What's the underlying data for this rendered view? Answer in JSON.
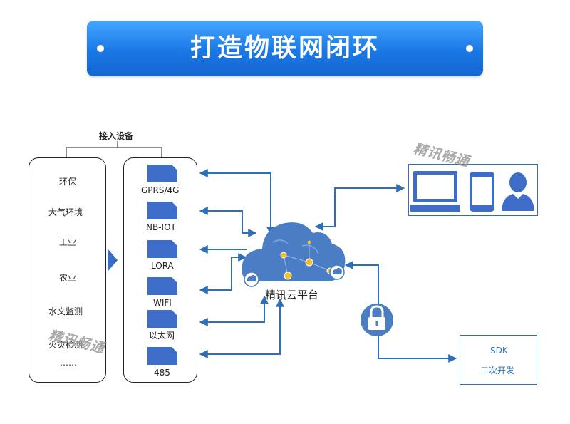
{
  "title": "打造物联网闭环",
  "access_header": "接入设备",
  "industries": [
    "环保",
    "大气环境",
    "工业",
    "农业",
    "水文监测",
    "火灾检测",
    "……"
  ],
  "protocols": [
    "GPRS/4G",
    "NB-IOT",
    "LORA",
    "WIFI",
    "以太网",
    "485"
  ],
  "cloud_label": "精讯云平台",
  "watermark": "精讯畅通",
  "sdk": {
    "line1": "SDK",
    "line2": "二次开发"
  },
  "colors": {
    "banner": "#1a78e6",
    "line": "#2f6fb8",
    "card": "#3d6cc9",
    "cloud": "#4a7dc3"
  }
}
